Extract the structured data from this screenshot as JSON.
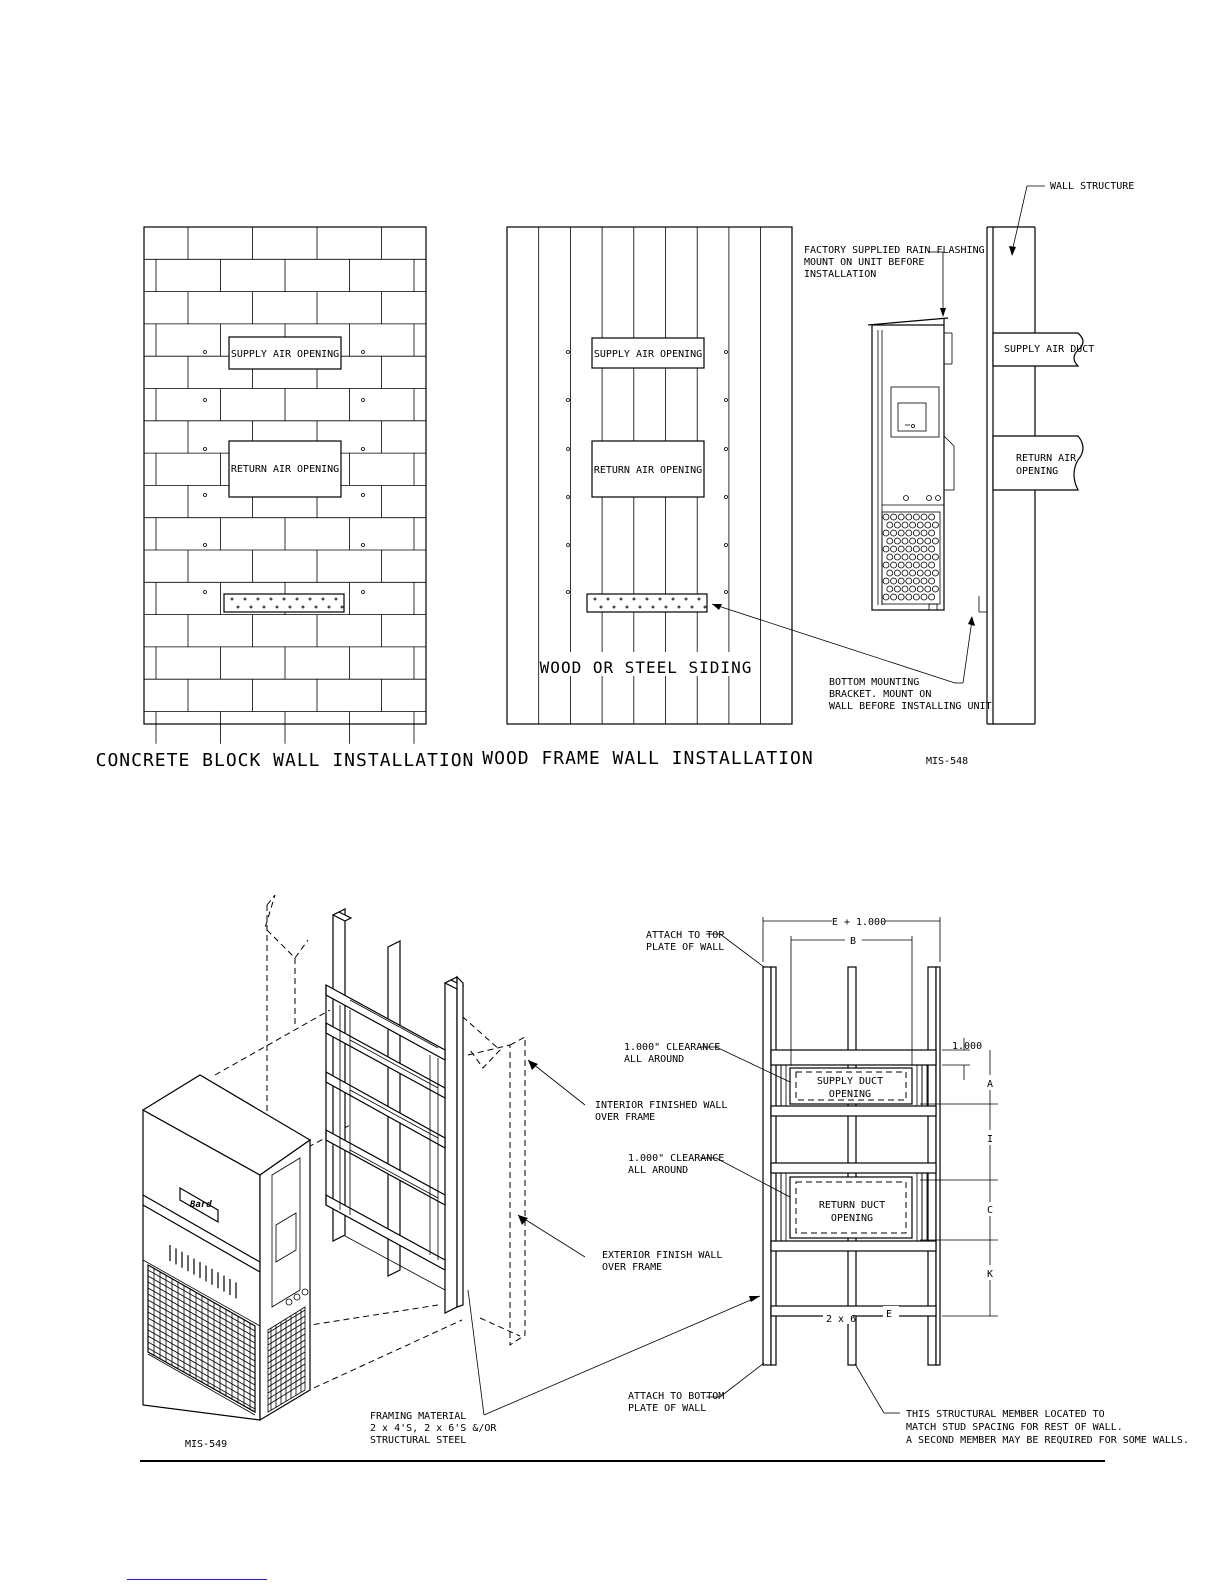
{
  "top_figure": {
    "concrete": {
      "title": "CONCRETE BLOCK WALL INSTALLATION",
      "supply_label": "SUPPLY AIR OPENING",
      "return_label": "RETURN AIR OPENING"
    },
    "wood": {
      "title": "WOOD FRAME WALL INSTALLATION",
      "siding_label": "WOOD OR STEEL SIDING",
      "supply_label": "SUPPLY AIR OPENING",
      "return_label": "RETURN AIR OPENING"
    },
    "side": {
      "wall_structure": "WALL STRUCTURE",
      "flashing_1": "FACTORY SUPPLIED RAIN FLASHING",
      "flashing_2": "MOUNT ON UNIT BEFORE",
      "flashing_3": "INSTALLATION",
      "supply_duct": "SUPPLY AIR DUCT",
      "return_1": "RETURN AIR",
      "return_2": "OPENING",
      "bracket_1": "BOTTOM MOUNTING",
      "bracket_2": "BRACKET.  MOUNT ON",
      "bracket_3": "WALL BEFORE INSTALLING UNIT"
    },
    "figure_id": "MIS-548"
  },
  "bottom_figure": {
    "iso": {
      "interior_1": "INTERIOR FINISHED WALL",
      "interior_2": "OVER FRAME",
      "exterior_1": "EXTERIOR FINISH WALL",
      "exterior_2": "OVER FRAME",
      "framing_1": "FRAMING MATERIAL",
      "framing_2": "2 x 4'S, 2 x 6'S &/OR",
      "framing_3": "STRUCTURAL STEEL",
      "logo": "Bard",
      "figure_id": "MIS-549"
    },
    "frame": {
      "dim_top": "E + 1.000",
      "dim_b": "B",
      "attach_top_1": "ATTACH TO TOP",
      "attach_top_2": "PLATE OF WALL",
      "clear1_1": "1.000\" CLEARANCE",
      "clear1_2": "ALL AROUND",
      "clear2_1": "1.000\" CLEARANCE",
      "clear2_2": "ALL AROUND",
      "supply_1": "SUPPLY DUCT",
      "supply_2": "OPENING",
      "return_1": "RETURN DUCT",
      "return_2": "OPENING",
      "dim_1000": "1.000",
      "dim_a": "A",
      "dim_i": "I",
      "dim_c": "C",
      "dim_k": "K",
      "member": "2 x 6",
      "dim_e": "E",
      "attach_bot_1": "ATTACH TO BOTTOM",
      "attach_bot_2": "PLATE OF WALL",
      "member_note_1": "THIS STRUCTURAL MEMBER LOCATED TO",
      "member_note_2": "MATCH STUD SPACING FOR REST OF WALL.",
      "member_note_3": "A SECOND MEMBER MAY BE REQUIRED FOR SOME WALLS."
    }
  }
}
